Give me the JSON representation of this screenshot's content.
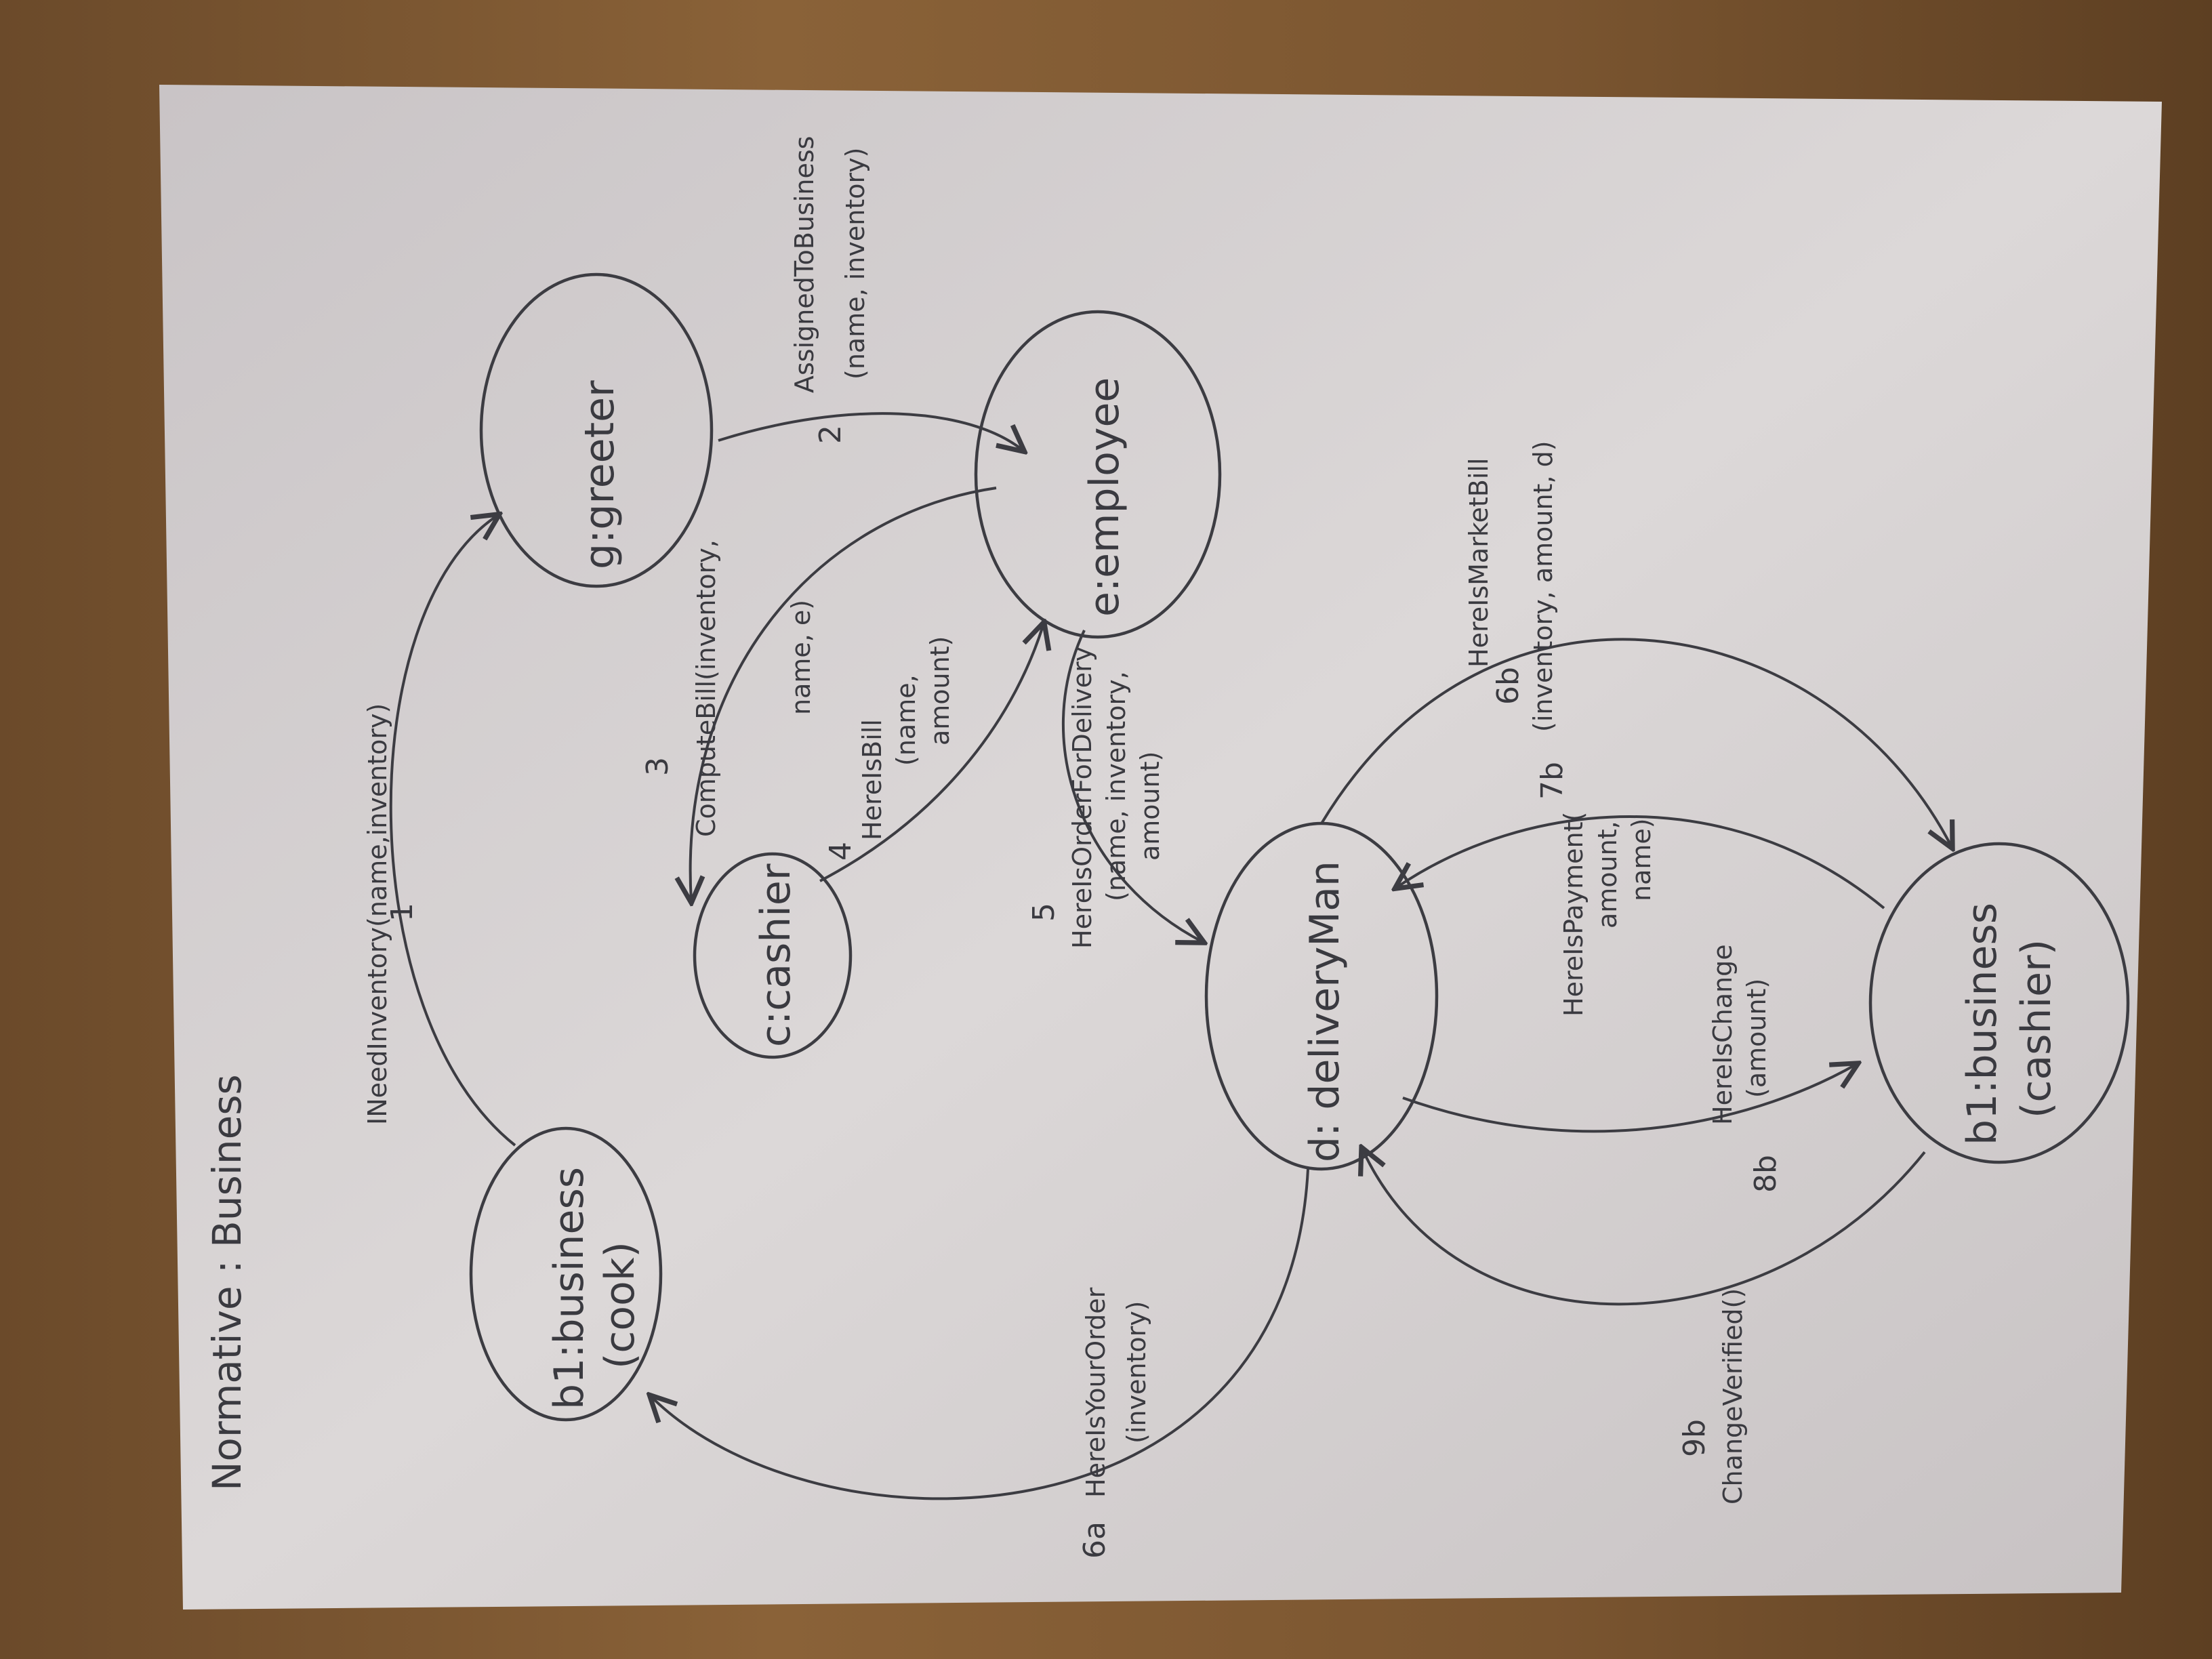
{
  "diagram": {
    "title": "Normative : Business",
    "nodes": {
      "b1_cook": {
        "name": "b1:business",
        "role": "(cook)"
      },
      "greeter": {
        "name": "g:greeter"
      },
      "cashier": {
        "name": "c:cashier"
      },
      "employee": {
        "name": "e:employee"
      },
      "delivery_man": {
        "name": "d: deliveryMan"
      },
      "b1_cashier": {
        "name": "b1:business",
        "role": "(cashier)"
      }
    },
    "messages": [
      {
        "id": "m1",
        "number": "1",
        "text": "INeedInventory(name,inventory)",
        "from": "b1:business (cook)",
        "to": "g:greeter"
      },
      {
        "id": "m2",
        "number": "2",
        "text": "AssignedToBusiness",
        "args": "(name, inventory)",
        "from": "g:greeter",
        "to": "e:employee"
      },
      {
        "id": "m3",
        "number": "3",
        "text": "ComputeBill(inventory,",
        "args": "name, e)",
        "from": "e:employee",
        "to": "c:cashier"
      },
      {
        "id": "m4",
        "number": "4",
        "text": "HereIsBill",
        "args": "(name,",
        "args2": "amount)",
        "from": "c:cashier",
        "to": "e:employee"
      },
      {
        "id": "m5",
        "number": "5",
        "text": "HereIsOrderForDelivery",
        "args": "(name, inventory,",
        "args2": "amount)",
        "from": "e:employee",
        "to": "d: deliveryMan"
      },
      {
        "id": "m6a",
        "number": "6a",
        "text": "HereIsYourOrder",
        "args": "(inventory)",
        "from": "d: deliveryMan",
        "to": "b1:business (cook)"
      },
      {
        "id": "m6b",
        "number": "6b",
        "text": "HereIsMarketBill",
        "args": "(inventory, amount, d)",
        "from": "d: deliveryMan",
        "to": "b1:business (cashier)"
      },
      {
        "id": "m7b",
        "number": "7b",
        "text": "HereIsPayment(",
        "args": "amount,",
        "args2": "name)",
        "from": "b1:business (cashier)",
        "to": "d: deliveryMan"
      },
      {
        "id": "m8b",
        "number": "8b",
        "text": "HereIsChange",
        "args": "(amount)",
        "from": "d: deliveryMan",
        "to": "b1:business (cashier)"
      },
      {
        "id": "m9b",
        "number": "9b",
        "text": "ChangeVerified()",
        "from": "b1:business (cashier)",
        "to": "d: deliveryMan"
      }
    ],
    "colors": {
      "paper": "#d9d4d4",
      "ink": "#3c3c42",
      "table": "#7a5530"
    }
  }
}
